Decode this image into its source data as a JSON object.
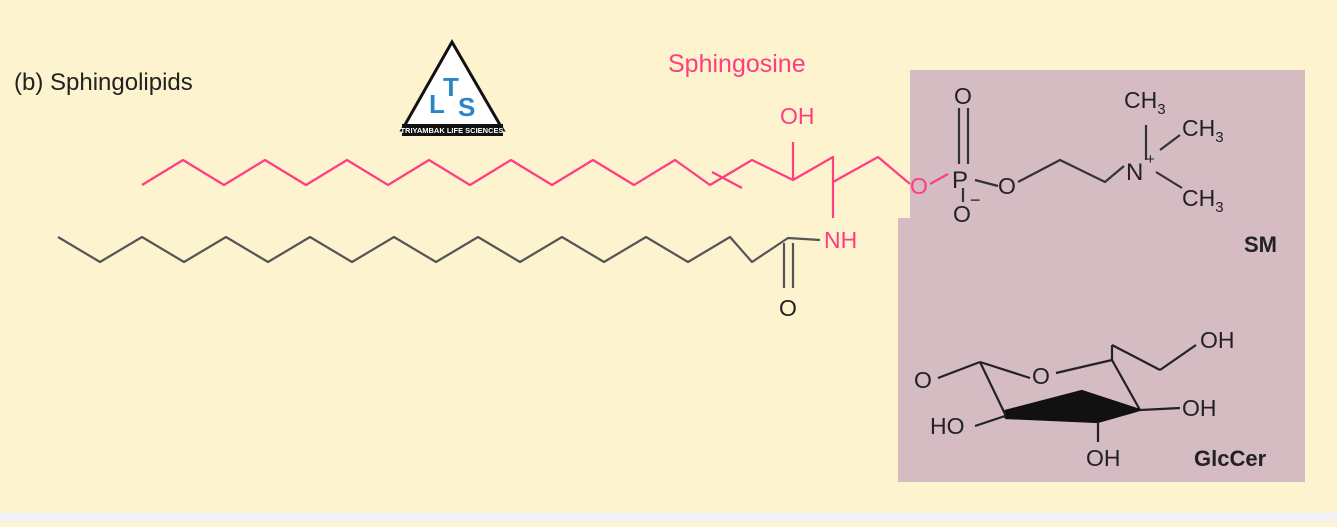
{
  "panel_label": "(b) Sphingolipids",
  "backbone_label": "Sphingosine",
  "logo": {
    "letters": "LTS",
    "caption": "TRIYAMBAK LIFE SCIENCES"
  },
  "groups": {
    "oh_top": "OH",
    "nh": "NH",
    "carbonyl_o": "O",
    "link_o": "O",
    "phosphorus": "P",
    "phosphate_o_top": "O",
    "phosphate_o_minus": "O",
    "minus": "−",
    "ester_o": "O",
    "nitrogen": "N",
    "plus": "+",
    "methyl": "CH",
    "methyl_sub": "3",
    "sugar_o_left": "O",
    "ring_o": "O",
    "ho_left": "HO",
    "oh_bottom": "OH",
    "oh_right": "OH",
    "oh_ch2": "OH"
  },
  "tags": {
    "sm": "SM",
    "glccer": "GlcCer"
  },
  "colors": {
    "background": "#fdf3cf",
    "sphingosine": "#ff3d7f",
    "headgroup_box": "#d4bcc2",
    "bond": "#555555",
    "logo_blue": "#2a86c8"
  }
}
